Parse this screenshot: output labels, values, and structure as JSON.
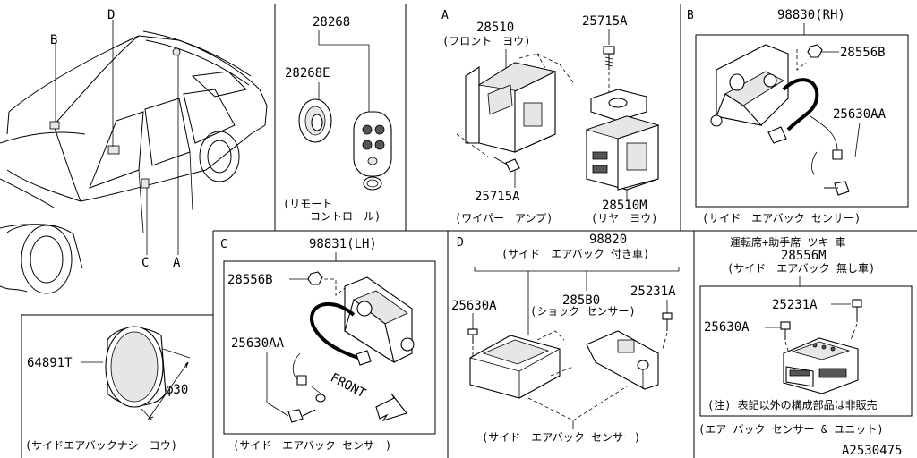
{
  "diagram_id": "A2530475",
  "sections": {
    "A": "A",
    "B": "B",
    "C": "C",
    "D": "D"
  },
  "vehicle": {
    "callouts": [
      "B",
      "D",
      "C",
      "A"
    ]
  },
  "remote": {
    "part_main": "28268",
    "part_sub": "28268E",
    "caption_line1": "(リモート",
    "caption_line2": "コントロール)"
  },
  "wiper_amp": {
    "part_front": "28510",
    "part_front_note": "(フロント　ヨウ)",
    "bolt_top": "25715A",
    "bolt_bottom": "25715A",
    "part_rear": "28510M",
    "caption_left": "(ワイパー　アンプ)",
    "caption_right": "(リヤ　ヨウ)"
  },
  "section_b": {
    "part_main": "98830(RH)",
    "nut": "28556B",
    "harness": "25630AA",
    "caption": "(サイド　エアバック センサー)"
  },
  "section_c": {
    "part_main": "98831(LH)",
    "nut": "28556B",
    "harness": "25630AA",
    "front_label": "FRONT",
    "caption": "(サイド　エアバック センサー)"
  },
  "section_d": {
    "part_main": "98820",
    "part_main_note": "(サイド　エアバック 付き車)",
    "bolt_left": "25630A",
    "shock_sensor": "285B0",
    "shock_sensor_note": "(ショック センサー)",
    "bolt_right": "25231A",
    "caption": "(サイド　エアバック センサー)"
  },
  "right_unit": {
    "heading": "運転席+助手席 ツキ 車",
    "part_main": "28556M",
    "part_main_note": "(サイド　エアバック 無し車)",
    "bolt_top": "25231A",
    "bolt_left": "25630A",
    "note": "(注) 表記以外の構成部品は非販売",
    "caption": "(エア バック センサー & ユニット)"
  },
  "cover": {
    "part": "64891T",
    "dim": "φ30",
    "caption": "(サイドエアバックナシ　ヨウ)"
  }
}
